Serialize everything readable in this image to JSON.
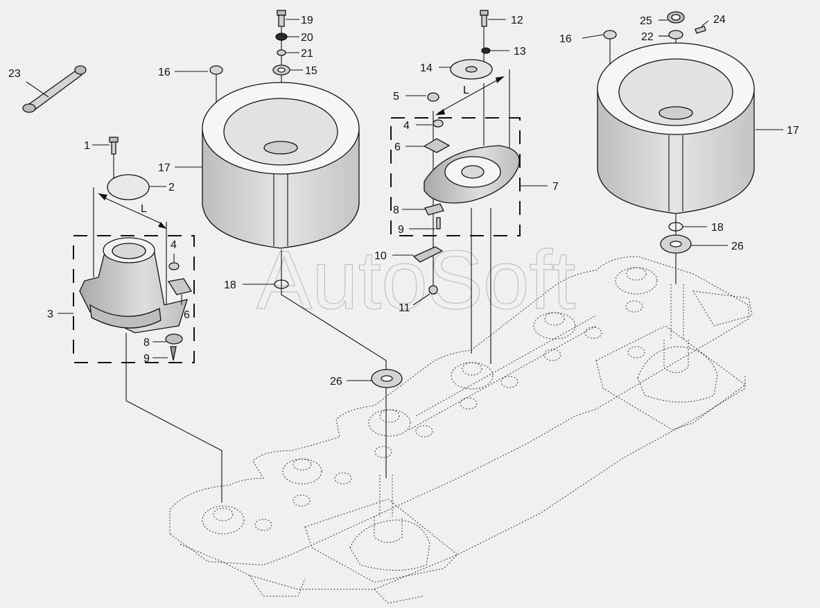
{
  "watermark": "AutoSoft",
  "dimension_label": "L",
  "callouts": {
    "c1": "1",
    "c2": "2",
    "c3": "3",
    "c4a": "4",
    "c4b": "4",
    "c5": "5",
    "c6a": "6",
    "c6b": "6",
    "c7": "7",
    "c8a": "8",
    "c8b": "8",
    "c9a": "9",
    "c9b": "9",
    "c10": "10",
    "c11": "11",
    "c12": "12",
    "c13": "13",
    "c14": "14",
    "c15": "15",
    "c16a": "16",
    "c16b": "16",
    "c17a": "17",
    "c17b": "17",
    "c18a": "18",
    "c18b": "18",
    "c19": "19",
    "c20": "20",
    "c21": "21",
    "c22": "22",
    "c23": "23",
    "c24": "24",
    "c25": "25",
    "c26a": "26",
    "c26b": "26"
  },
  "colors": {
    "background": "#f0f0f0",
    "line": "#111111",
    "shading": "#cfcfcf"
  }
}
